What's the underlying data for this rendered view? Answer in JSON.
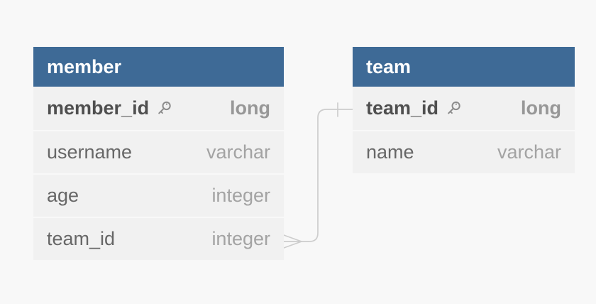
{
  "colors": {
    "canvas-bg": "#f8f8f8",
    "table-bg": "#f1f1f1",
    "header-bg": "#3e6a96",
    "header-text": "#ffffff",
    "column-text": "#676767",
    "pk-text": "#4f4f4f",
    "type-text": "#a3a3a3",
    "pk-type-text": "#979797",
    "divider": "#f8f8f8",
    "connector": "#cdcdcd",
    "key-icon": "#8c8c8c"
  },
  "tables": [
    {
      "name": "member",
      "columns": [
        {
          "name": "member_id",
          "type": "long",
          "primary_key": true
        },
        {
          "name": "username",
          "type": "varchar",
          "primary_key": false
        },
        {
          "name": "age",
          "type": "integer",
          "primary_key": false
        },
        {
          "name": "team_id",
          "type": "integer",
          "primary_key": false
        }
      ]
    },
    {
      "name": "team",
      "columns": [
        {
          "name": "team_id",
          "type": "long",
          "primary_key": true
        },
        {
          "name": "name",
          "type": "varchar",
          "primary_key": false
        }
      ]
    }
  ],
  "relationships": [
    {
      "from_table": "member",
      "from_column": "team_id",
      "from_cardinality": "many",
      "to_table": "team",
      "to_column": "team_id",
      "to_cardinality": "one"
    }
  ]
}
